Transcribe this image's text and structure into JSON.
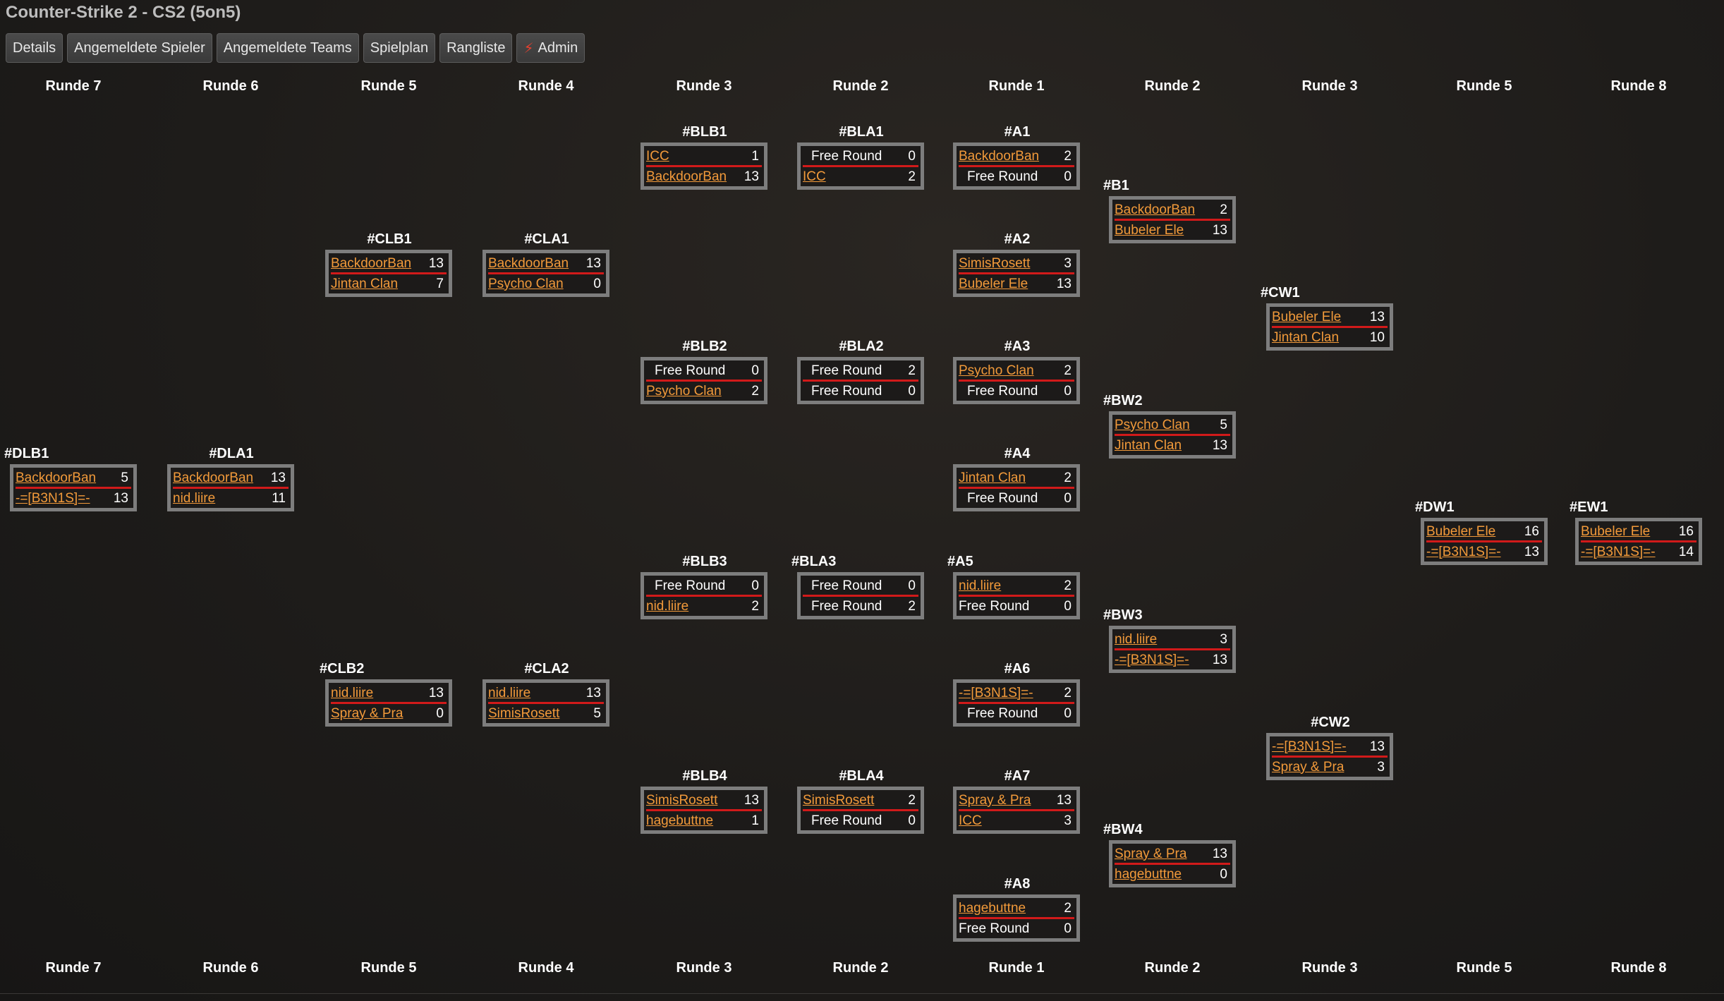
{
  "app": {
    "title": "Counter-Strike 2 - CS2 (5on5)"
  },
  "nav": [
    {
      "label": "Details",
      "icon": ""
    },
    {
      "label": "Angemeldete Spieler",
      "icon": ""
    },
    {
      "label": "Angemeldete Teams",
      "icon": ""
    },
    {
      "label": "Spielplan",
      "icon": ""
    },
    {
      "label": "Rangliste",
      "icon": ""
    },
    {
      "label": "Admin",
      "icon": "lightning-bolt-icon"
    }
  ],
  "rounds_top": [
    "Runde 7",
    "Runde 6",
    "Runde 5",
    "Runde 4",
    "Runde 3",
    "Runde 2",
    "Runde 1",
    "Runde 2",
    "Runde 3",
    "Runde 5",
    "Runde 8"
  ],
  "rounds_bottom": [
    "Runde 7",
    "Runde 6",
    "Runde 5",
    "Runde 4",
    "Runde 3",
    "Runde 2",
    "Runde 1",
    "Runde 2",
    "Runde 3",
    "Runde 5",
    "Runde 8"
  ],
  "matches": [
    {
      "id": "#BLB1",
      "teams": [
        {
          "name": "ICC",
          "score": "1",
          "link": true
        },
        {
          "name": "BackdoorBan",
          "score": "13",
          "link": true
        }
      ]
    },
    {
      "id": "#BLA1",
      "teams": [
        {
          "name": "Free Round",
          "score": "0",
          "link": false
        },
        {
          "name": "ICC",
          "score": "2",
          "link": true
        }
      ]
    },
    {
      "id": "#A1",
      "teams": [
        {
          "name": "BackdoorBan",
          "score": "2",
          "link": true
        },
        {
          "name": "Free Round",
          "score": "0",
          "link": false
        }
      ]
    },
    {
      "id": "#B1",
      "teams": [
        {
          "name": "BackdoorBan",
          "score": "2",
          "link": true
        },
        {
          "name": "Bubeler Ele",
          "score": "13",
          "link": true
        }
      ]
    },
    {
      "id": "#CLB1",
      "teams": [
        {
          "name": "BackdoorBan",
          "score": "13",
          "link": true
        },
        {
          "name": "Jintan Clan",
          "score": "7",
          "link": true
        }
      ]
    },
    {
      "id": "#CLA1",
      "teams": [
        {
          "name": "BackdoorBan",
          "score": "13",
          "link": true
        },
        {
          "name": "Psycho Clan",
          "score": "0",
          "link": true
        }
      ]
    },
    {
      "id": "#A2",
      "teams": [
        {
          "name": "SimisRosett",
          "score": "3",
          "link": true
        },
        {
          "name": "Bubeler Ele",
          "score": "13",
          "link": true
        }
      ]
    },
    {
      "id": "#CW1",
      "teams": [
        {
          "name": "Bubeler Ele",
          "score": "13",
          "link": true
        },
        {
          "name": "Jintan Clan",
          "score": "10",
          "link": true
        }
      ]
    },
    {
      "id": "#BLB2",
      "teams": [
        {
          "name": "Free Round",
          "score": "0",
          "link": false
        },
        {
          "name": "Psycho Clan",
          "score": "2",
          "link": true
        }
      ]
    },
    {
      "id": "#BLA2",
      "teams": [
        {
          "name": "Free Round",
          "score": "2",
          "link": false
        },
        {
          "name": "Free Round",
          "score": "0",
          "link": false
        }
      ]
    },
    {
      "id": "#A3",
      "teams": [
        {
          "name": "Psycho Clan",
          "score": "2",
          "link": true
        },
        {
          "name": "Free Round",
          "score": "0",
          "link": false
        }
      ]
    },
    {
      "id": "#BW2",
      "teams": [
        {
          "name": "Psycho Clan",
          "score": "5",
          "link": true
        },
        {
          "name": "Jintan Clan",
          "score": "13",
          "link": true
        }
      ]
    },
    {
      "id": "#DLB1",
      "teams": [
        {
          "name": "BackdoorBan",
          "score": "5",
          "link": true
        },
        {
          "name": "-=[B3N1S]=-",
          "score": "13",
          "link": true
        }
      ]
    },
    {
      "id": "#DLA1",
      "teams": [
        {
          "name": "BackdoorBan",
          "score": "13",
          "link": true
        },
        {
          "name": "nid.liire",
          "score": "11",
          "link": true
        }
      ]
    },
    {
      "id": "#A4",
      "teams": [
        {
          "name": "Jintan Clan",
          "score": "2",
          "link": true
        },
        {
          "name": "Free Round",
          "score": "0",
          "link": false
        }
      ]
    },
    {
      "id": "#DW1",
      "teams": [
        {
          "name": "Bubeler Ele",
          "score": "16",
          "link": true
        },
        {
          "name": "-=[B3N1S]=-",
          "score": "13",
          "link": true
        }
      ]
    },
    {
      "id": "#EW1",
      "teams": [
        {
          "name": "Bubeler Ele",
          "score": "16",
          "link": true
        },
        {
          "name": "-=[B3N1S]=-",
          "score": "14",
          "link": true
        }
      ]
    },
    {
      "id": "#BLB3",
      "teams": [
        {
          "name": "Free Round",
          "score": "0",
          "link": false
        },
        {
          "name": "nid.liire",
          "score": "2",
          "link": true
        }
      ]
    },
    {
      "id": "#BLA3",
      "teams": [
        {
          "name": "Free Round",
          "score": "0",
          "link": false
        },
        {
          "name": "Free Round",
          "score": "2",
          "link": false
        }
      ]
    },
    {
      "id": "#A5",
      "teams": [
        {
          "name": "nid.liire",
          "score": "2",
          "link": true
        },
        {
          "name": "Free Round",
          "score": "0",
          "link": false
        }
      ]
    },
    {
      "id": "#BW3",
      "teams": [
        {
          "name": "nid.liire",
          "score": "3",
          "link": true
        },
        {
          "name": "-=[B3N1S]=-",
          "score": "13",
          "link": true
        }
      ]
    },
    {
      "id": "#CLB2",
      "teams": [
        {
          "name": "nid.liire",
          "score": "13",
          "link": true
        },
        {
          "name": "Spray & Pra",
          "score": "0",
          "link": true
        }
      ]
    },
    {
      "id": "#CLA2",
      "teams": [
        {
          "name": "nid.liire",
          "score": "13",
          "link": true
        },
        {
          "name": "SimisRosett",
          "score": "5",
          "link": true
        }
      ]
    },
    {
      "id": "#A6",
      "teams": [
        {
          "name": "-=[B3N1S]=-",
          "score": "2",
          "link": true
        },
        {
          "name": "Free Round",
          "score": "0",
          "link": false
        }
      ]
    },
    {
      "id": "#CW2",
      "teams": [
        {
          "name": "-=[B3N1S]=-",
          "score": "13",
          "link": true
        },
        {
          "name": "Spray & Pra",
          "score": "3",
          "link": true
        }
      ]
    },
    {
      "id": "#BLB4",
      "teams": [
        {
          "name": "SimisRosett",
          "score": "13",
          "link": true
        },
        {
          "name": "hagebuttne",
          "score": "1",
          "link": true
        }
      ]
    },
    {
      "id": "#BLA4",
      "teams": [
        {
          "name": "SimisRosett",
          "score": "2",
          "link": true
        },
        {
          "name": "Free Round",
          "score": "0",
          "link": false
        }
      ]
    },
    {
      "id": "#A7",
      "teams": [
        {
          "name": "Spray & Pra",
          "score": "13",
          "link": true
        },
        {
          "name": "ICC",
          "score": "3",
          "link": true
        }
      ]
    },
    {
      "id": "#BW4",
      "teams": [
        {
          "name": "Spray & Pra",
          "score": "13",
          "link": true
        },
        {
          "name": "hagebuttne",
          "score": "0",
          "link": true
        }
      ]
    },
    {
      "id": "#A8",
      "teams": [
        {
          "name": "hagebuttne",
          "score": "2",
          "link": true
        },
        {
          "name": "Free Round",
          "score": "0",
          "link": false
        }
      ]
    }
  ]
}
